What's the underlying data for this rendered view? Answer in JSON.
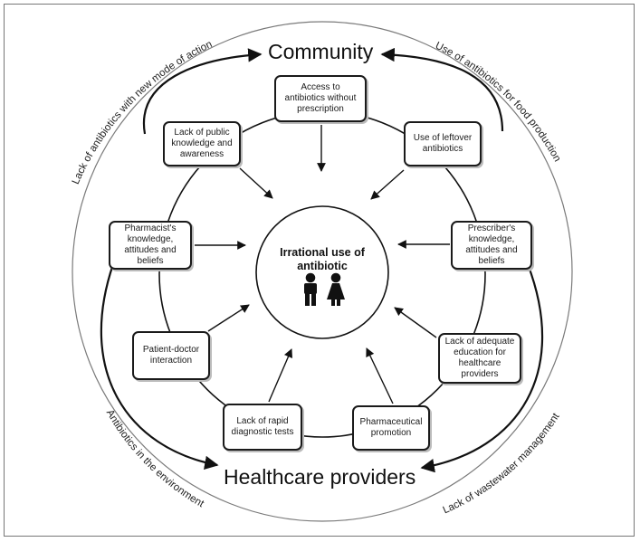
{
  "title_top": "Community",
  "title_bottom": "Healthcare providers",
  "center": {
    "line1": "Irrational use of",
    "line2": "antibiotic"
  },
  "boxes": {
    "access": {
      "l1": "Access to",
      "l2": "antibiotics without",
      "l3": "prescription"
    },
    "public": {
      "l1": "Lack of public",
      "l2": "knowledge and",
      "l3": "awareness"
    },
    "leftover": {
      "l1": "Use of leftover",
      "l2": "antibiotics"
    },
    "pharmacist": {
      "l1": "Pharmacist's",
      "l2": "knowledge,",
      "l3": "attitudes and",
      "l4": "beliefs"
    },
    "prescriber": {
      "l1": "Prescriber's",
      "l2": "knowledge,",
      "l3": "attitudes and",
      "l4": "beliefs"
    },
    "patient": {
      "l1": "Patient-doctor",
      "l2": "interaction"
    },
    "education": {
      "l1": "Lack of adequate",
      "l2": "education for",
      "l3": "healthcare",
      "l4": "providers"
    },
    "rapid": {
      "l1": "Lack of rapid",
      "l2": "diagnostic tests"
    },
    "promotion": {
      "l1": "Pharmaceutical",
      "l2": "promotion"
    }
  },
  "outer_labels": {
    "top_left": "Lack of antibiotics with new mode of action",
    "top_right": "Use of antibiotics for food production",
    "bottom_left": "Antibiotics in the environment",
    "bottom_right": "Lack of wastewater management"
  }
}
